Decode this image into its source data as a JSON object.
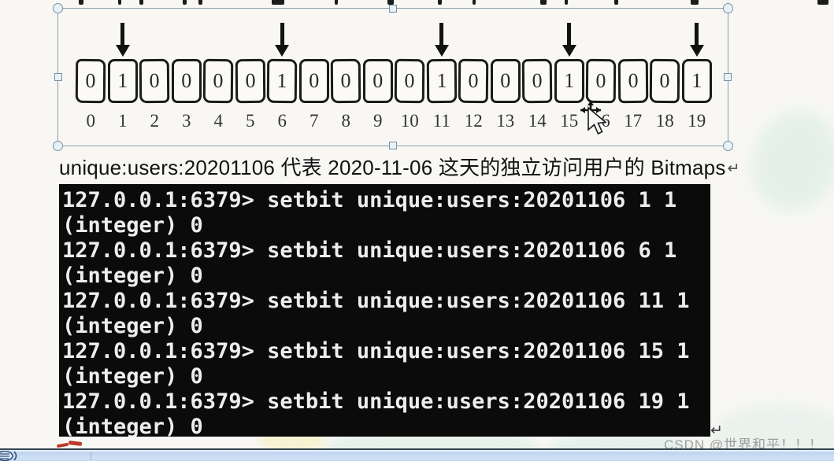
{
  "page": {
    "background_color": "#f8f7f4"
  },
  "bitmap_diagram": {
    "bits": [
      "0",
      "1",
      "0",
      "0",
      "0",
      "0",
      "1",
      "0",
      "0",
      "0",
      "0",
      "1",
      "0",
      "0",
      "0",
      "1",
      "0",
      "0",
      "0",
      "1"
    ],
    "indices": [
      "0",
      "1",
      "2",
      "3",
      "4",
      "5",
      "6",
      "7",
      "8",
      "9",
      "10",
      "11",
      "12",
      "13",
      "14",
      "15",
      "16",
      "17",
      "18",
      "19"
    ],
    "arrow_bit_positions": [
      1,
      6,
      11,
      15,
      19
    ]
  },
  "caption": {
    "text": "unique:users:20201106 代表 2020-11-06 这天的独立访问用户的 Bitmaps",
    "return_mark": "↵"
  },
  "terminal": {
    "prompt": "127.0.0.1:6379>",
    "commands": [
      {
        "command": "setbit unique:users:20201106 1 1",
        "result": "(integer) 0"
      },
      {
        "command": "setbit unique:users:20201106 6 1",
        "result": "(integer) 0"
      },
      {
        "command": "setbit unique:users:20201106 11 1",
        "result": "(integer) 0"
      },
      {
        "command": "setbit unique:users:20201106 15 1",
        "result": "(integer) 0"
      },
      {
        "command": "setbit unique:users:20201106 19 1",
        "result": "(integer) 0"
      }
    ],
    "return_mark": "↵",
    "background_color": "#0b0b0b",
    "text_color": "#ededed"
  },
  "watermark": {
    "text": "CSDN @世界和平！！！",
    "color": "#9e9e9e"
  }
}
